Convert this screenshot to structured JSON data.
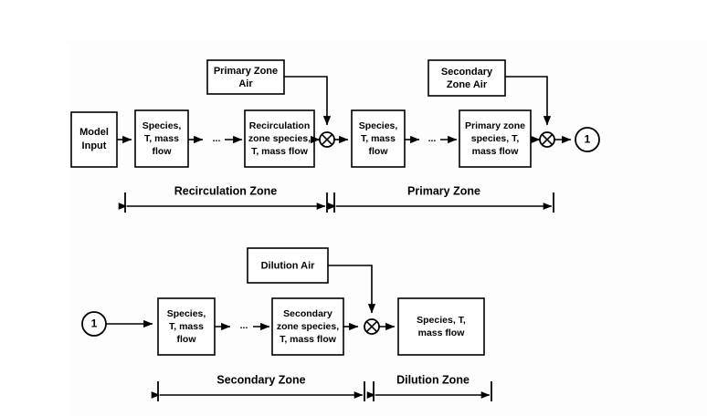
{
  "diagram": {
    "title": "Combustor zone model block flow diagram",
    "background_color": "#ffffff",
    "panel_color": "#fdfdfd",
    "line_color": "#000000",
    "ellipsis": "..."
  },
  "top_row": {
    "air_inputs": [
      {
        "name": "primary-zone-air",
        "line1": "Primary Zone",
        "line2": "Air"
      },
      {
        "name": "secondary-zone-air",
        "line1": "Secondary",
        "line2": "Zone Air"
      }
    ],
    "blocks": [
      {
        "name": "model-input",
        "lines": [
          "Model",
          "Input"
        ]
      },
      {
        "name": "recirculation-inlet-state",
        "lines": [
          "Species,",
          "T, mass",
          "flow"
        ]
      },
      {
        "name": "recirculation-zone-state",
        "lines": [
          "Recirculation",
          "zone species,",
          "T, mass flow"
        ]
      },
      {
        "name": "primary-inlet-state",
        "lines": [
          "Species,",
          "T, mass",
          "flow"
        ]
      },
      {
        "name": "primary-zone-state",
        "lines": [
          "Primary  zone",
          "species, T,",
          "mass flow"
        ]
      }
    ],
    "connector_out": "1",
    "zones": [
      {
        "name": "recirculation-zone",
        "label": "Recirculation Zone"
      },
      {
        "name": "primary-zone",
        "label": "Primary Zone"
      }
    ]
  },
  "bottom_row": {
    "air_inputs": [
      {
        "name": "dilution-air",
        "line1": "Dilution  Air",
        "line2": ""
      }
    ],
    "connector_in": "1",
    "blocks": [
      {
        "name": "secondary-inlet-state",
        "lines": [
          "Species,",
          "T, mass",
          "flow"
        ]
      },
      {
        "name": "secondary-zone-state",
        "lines": [
          "Secondary",
          "zone species,",
          "T, mass flow"
        ]
      },
      {
        "name": "dilution-outlet-state",
        "lines": [
          "Species, T,",
          "mass flow"
        ]
      }
    ],
    "zones": [
      {
        "name": "secondary-zone",
        "label": "Secondary Zone"
      },
      {
        "name": "dilution-zone",
        "label": "Dilution Zone"
      }
    ]
  }
}
